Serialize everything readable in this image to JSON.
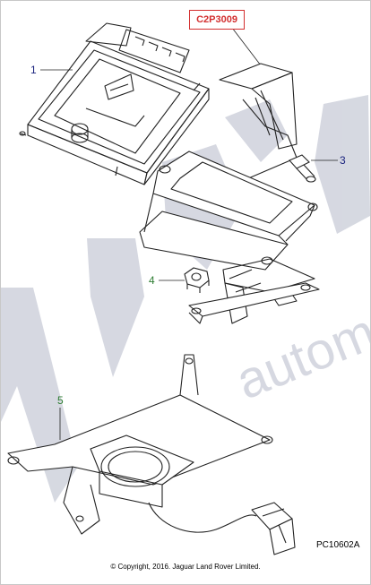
{
  "connector_label": "C2P3009",
  "figure_ref": "PC10602A",
  "copyright": "© Copyright, 2016. Jaguar Land Rover Limited.",
  "watermark": "autom",
  "callouts": [
    {
      "id": "1",
      "label": "1",
      "color": "#1a237e"
    },
    {
      "id": "3",
      "label": "3",
      "color": "#1a237e"
    },
    {
      "id": "4",
      "label": "4",
      "color": "#2e7d32"
    },
    {
      "id": "5",
      "label": "5",
      "color": "#2e7d32"
    }
  ],
  "colors": {
    "line_art": "#222222",
    "watermark": "#cfd2dc",
    "connector_border": "#d32f2f"
  }
}
